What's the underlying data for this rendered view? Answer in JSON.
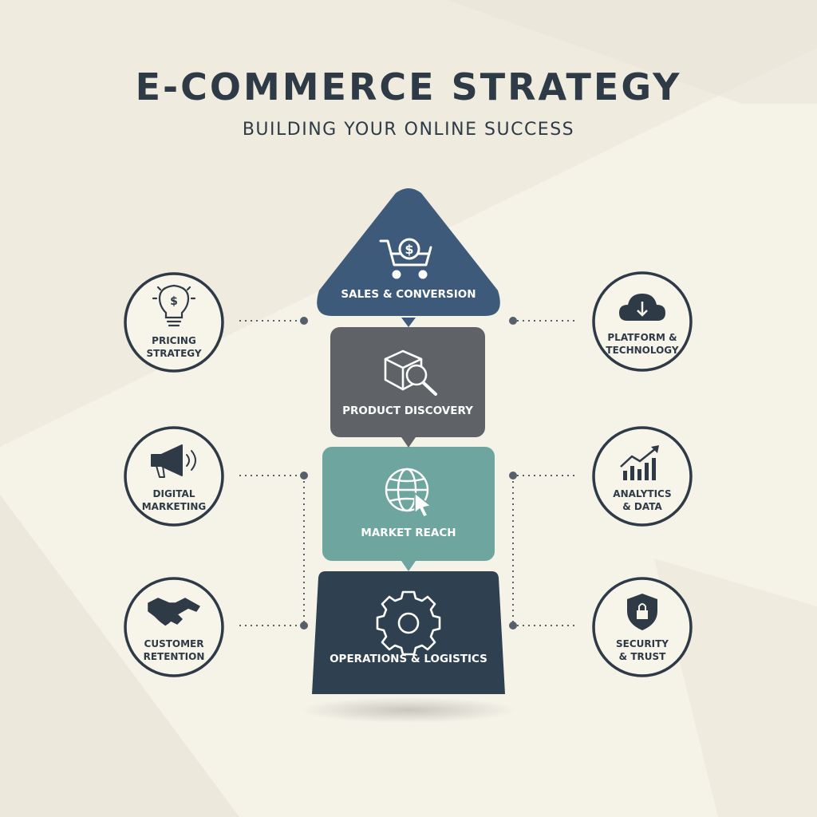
{
  "header": {
    "title": "E-COMMERCE STRATEGY",
    "subtitle": "BUILDING YOUR ONLINE SUCCESS"
  },
  "pyramid": {
    "tiers": [
      {
        "label": "SALES & CONVERSION",
        "color": "#3d5a7a",
        "icon": "shopping-cart-dollar-icon"
      },
      {
        "label": "PRODUCT DISCOVERY",
        "color": "#5f6367",
        "icon": "box-magnifier-icon"
      },
      {
        "label": "MARKET REACH",
        "color": "#6ea59f",
        "icon": "globe-cursor-icon"
      },
      {
        "label": "OPERATIONS & LOGISTICS",
        "color": "#2f4150",
        "icon": "gear-icon"
      }
    ]
  },
  "left_nodes": [
    {
      "line1": "PRICING",
      "line2": "STRATEGY",
      "icon": "lightbulb-dollar-icon"
    },
    {
      "line1": "DIGITAL",
      "line2": "MARKETING",
      "icon": "megaphone-icon"
    },
    {
      "line1": "CUSTOMER",
      "line2": "RETENTION",
      "icon": "handshake-icon"
    }
  ],
  "right_nodes": [
    {
      "line1": "PLATFORM &",
      "line2": "TECHNOLOGY",
      "icon": "cloud-download-icon"
    },
    {
      "line1": "ANALYTICS",
      "line2": "& DATA",
      "icon": "bar-chart-trend-icon"
    },
    {
      "line1": "SECURITY",
      "line2": "& TRUST",
      "icon": "shield-lock-icon"
    }
  ],
  "colors": {
    "background": "#f5f2e8",
    "dark_text": "#2e3a46",
    "circle_border": "#2e3a46",
    "connector": "#55606a"
  }
}
